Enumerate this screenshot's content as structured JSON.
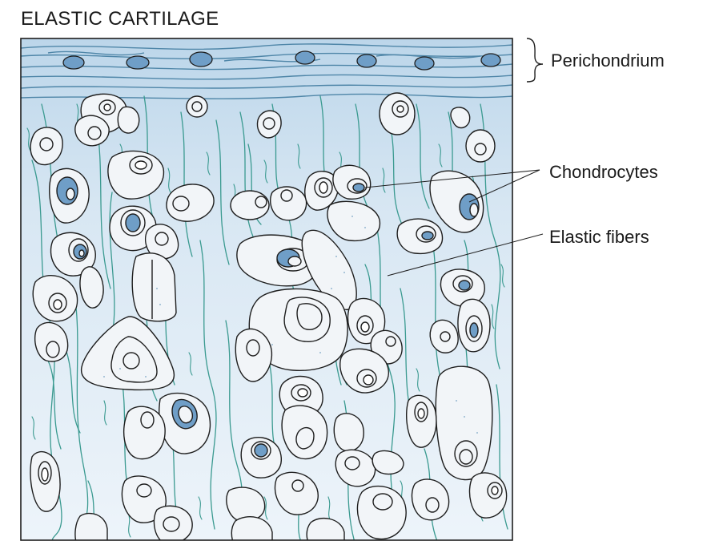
{
  "figure": {
    "title": "ELASTIC CARTILAGE",
    "labels": {
      "perichondrium": "Perichondrium",
      "chondrocytes": "Chondrocytes",
      "elastic_fibers": "Elastic fibers"
    }
  },
  "colors": {
    "background": "#ffffff",
    "tissue_top": "#bcd6ea",
    "tissue_bottom": "#e9f2f9",
    "elastic_fiber": "#3a9a90",
    "perichondrium_fiber": "#4f86a8",
    "nucleus": "#6f9ec7",
    "lacuna": "#f2f5f8",
    "outline": "#1e1e1e"
  }
}
